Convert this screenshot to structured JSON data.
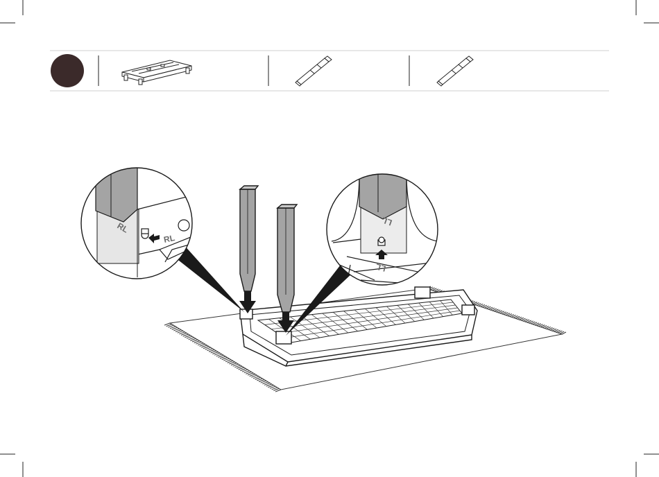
{
  "header": {
    "step_badge": {
      "color": "#3b2a2a"
    },
    "parts": [
      {
        "icon": "bench-top-icon"
      },
      {
        "icon": "leg-icon"
      },
      {
        "icon": "leg-icon"
      }
    ]
  },
  "leg_labels": {
    "left_detail_leg": "RL",
    "left_detail_base": "RL",
    "right_detail_leg": "LL",
    "right_detail_base": "LL"
  },
  "colors": {
    "line": "#1a1a1a",
    "leg_fill": "#a4a4a4",
    "leg_fill_light": "#d8d8d8",
    "rule": "#cfcfcf"
  }
}
